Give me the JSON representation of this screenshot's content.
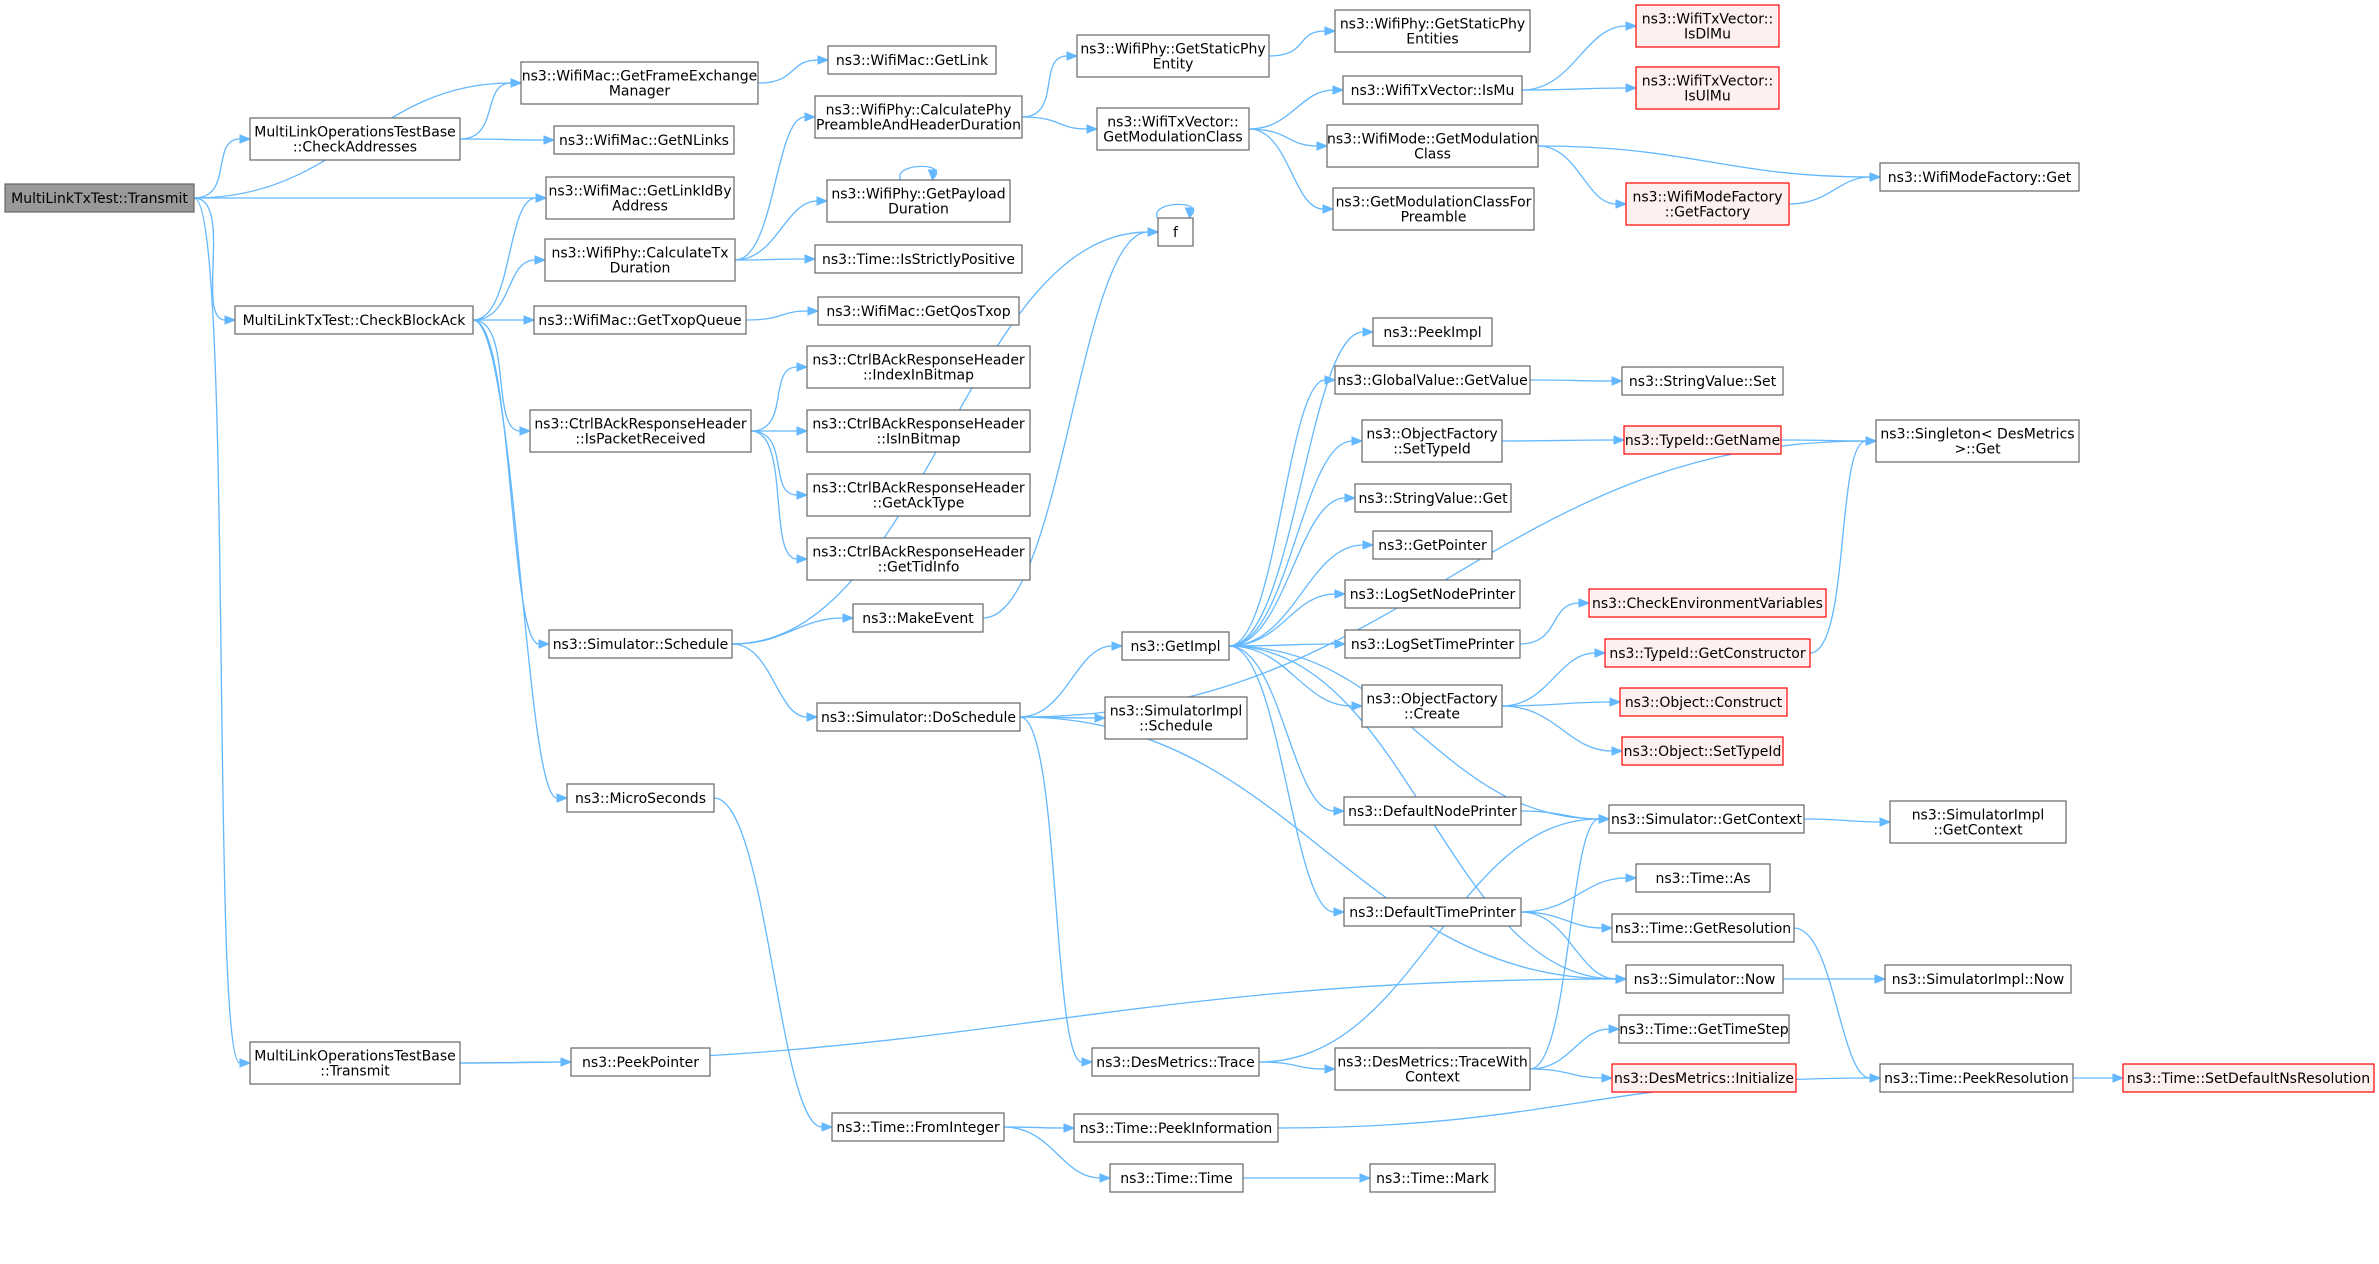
{
  "nodes": [
    {
      "id": "root",
      "lines": [
        "MultiLinkTxTest::Transmit"
      ],
      "style": "root"
    },
    {
      "id": "getFrameEx",
      "lines": [
        "ns3::WifiMac::GetFrameExchange",
        "Manager"
      ]
    },
    {
      "id": "checkAddr",
      "lines": [
        "MultiLinkOperationsTestBase",
        "::CheckAddresses"
      ]
    },
    {
      "id": "getLinkIdBy",
      "lines": [
        "ns3::WifiMac::GetLinkIdBy",
        "Address"
      ]
    },
    {
      "id": "checkBlockAck",
      "lines": [
        "MultiLinkTxTest::CheckBlockAck"
      ]
    },
    {
      "id": "mloTransmit",
      "lines": [
        "MultiLinkOperationsTestBase",
        "::Transmit"
      ]
    },
    {
      "id": "getLink",
      "lines": [
        "ns3::WifiMac::GetLink"
      ]
    },
    {
      "id": "getNLinks",
      "lines": [
        "ns3::WifiMac::GetNLinks"
      ]
    },
    {
      "id": "calcTxDur",
      "lines": [
        "ns3::WifiPhy::CalculateTx",
        "Duration"
      ]
    },
    {
      "id": "getTxopQueue",
      "lines": [
        "ns3::WifiMac::GetTxopQueue"
      ]
    },
    {
      "id": "isPacketRecv",
      "lines": [
        "ns3::CtrlBAckResponseHeader",
        "::IsPacketReceived"
      ]
    },
    {
      "id": "schedule",
      "lines": [
        "ns3::Simulator::Schedule"
      ]
    },
    {
      "id": "microSeconds",
      "lines": [
        "ns3::MicroSeconds"
      ]
    },
    {
      "id": "peekPointer",
      "lines": [
        "ns3::PeekPointer"
      ]
    },
    {
      "id": "calcPhyPre",
      "lines": [
        "ns3::WifiPhy::CalculatePhy",
        "PreambleAndHeaderDuration"
      ]
    },
    {
      "id": "getPayloadDur",
      "lines": [
        "ns3::WifiPhy::GetPayload",
        "Duration"
      ]
    },
    {
      "id": "isStrictlyPos",
      "lines": [
        "ns3::Time::IsStrictlyPositive"
      ]
    },
    {
      "id": "getQosTxop",
      "lines": [
        "ns3::WifiMac::GetQosTxop"
      ]
    },
    {
      "id": "indexInBitmap",
      "lines": [
        "ns3::CtrlBAckResponseHeader",
        "::IndexInBitmap"
      ]
    },
    {
      "id": "isInBitmap",
      "lines": [
        "ns3::CtrlBAckResponseHeader",
        "::IsInBitmap"
      ]
    },
    {
      "id": "getAckType",
      "lines": [
        "ns3::CtrlBAckResponseHeader",
        "::GetAckType"
      ]
    },
    {
      "id": "getTidInfo",
      "lines": [
        "ns3::CtrlBAckResponseHeader",
        "::GetTidInfo"
      ]
    },
    {
      "id": "makeEvent",
      "lines": [
        "ns3::MakeEvent"
      ]
    },
    {
      "id": "doSchedule",
      "lines": [
        "ns3::Simulator::DoSchedule"
      ]
    },
    {
      "id": "fromInteger",
      "lines": [
        "ns3::Time::FromInteger"
      ]
    },
    {
      "id": "getStaticPhyEntity",
      "lines": [
        "ns3::WifiPhy::GetStaticPhy",
        "Entity"
      ]
    },
    {
      "id": "getModClass",
      "lines": [
        "ns3::WifiTxVector::",
        "GetModulationClass"
      ]
    },
    {
      "id": "f",
      "lines": [
        "f"
      ]
    },
    {
      "id": "getImpl",
      "lines": [
        "ns3::GetImpl"
      ]
    },
    {
      "id": "simImplSchedule",
      "lines": [
        "ns3::SimulatorImpl",
        "::Schedule"
      ]
    },
    {
      "id": "desTrace",
      "lines": [
        "ns3::DesMetrics::Trace"
      ]
    },
    {
      "id": "peekInfo",
      "lines": [
        "ns3::Time::PeekInformation"
      ]
    },
    {
      "id": "timeTime",
      "lines": [
        "ns3::Time::Time"
      ]
    },
    {
      "id": "getStaticPhyEntities",
      "lines": [
        "ns3::WifiPhy::GetStaticPhy",
        "Entities"
      ]
    },
    {
      "id": "isMu",
      "lines": [
        "ns3::WifiTxVector::IsMu"
      ]
    },
    {
      "id": "wmGetModClass",
      "lines": [
        "ns3::WifiMode::GetModulation",
        "Class"
      ]
    },
    {
      "id": "getModClassForPre",
      "lines": [
        "ns3::GetModulationClassFor",
        "Preamble"
      ]
    },
    {
      "id": "peekImpl",
      "lines": [
        "ns3::PeekImpl"
      ]
    },
    {
      "id": "gvGetValue",
      "lines": [
        "ns3::GlobalValue::GetValue"
      ]
    },
    {
      "id": "ofSetTypeId",
      "lines": [
        "ns3::ObjectFactory",
        "::SetTypeId"
      ]
    },
    {
      "id": "svGet",
      "lines": [
        "ns3::StringValue::Get"
      ]
    },
    {
      "id": "getPointer",
      "lines": [
        "ns3::GetPointer"
      ]
    },
    {
      "id": "logSetNodePr",
      "lines": [
        "ns3::LogSetNodePrinter"
      ]
    },
    {
      "id": "logSetTimePr",
      "lines": [
        "ns3::LogSetTimePrinter"
      ]
    },
    {
      "id": "ofCreate",
      "lines": [
        "ns3::ObjectFactory",
        "::Create"
      ]
    },
    {
      "id": "defNodePr",
      "lines": [
        "ns3::DefaultNodePrinter"
      ]
    },
    {
      "id": "defTimePr",
      "lines": [
        "ns3::DefaultTimePrinter"
      ]
    },
    {
      "id": "traceWithCtx",
      "lines": [
        "ns3::DesMetrics::TraceWith",
        "Context"
      ]
    },
    {
      "id": "timeMark",
      "lines": [
        "ns3::Time::Mark"
      ]
    },
    {
      "id": "isDlMu",
      "lines": [
        "ns3::WifiTxVector::",
        "IsDlMu"
      ],
      "style": "red"
    },
    {
      "id": "isUlMu",
      "lines": [
        "ns3::WifiTxVector::",
        "IsUlMu"
      ],
      "style": "red"
    },
    {
      "id": "wmfGetFactory",
      "lines": [
        "ns3::WifiModeFactory",
        "::GetFactory"
      ],
      "style": "red"
    },
    {
      "id": "svSet",
      "lines": [
        "ns3::StringValue::Set"
      ]
    },
    {
      "id": "typeGetName",
      "lines": [
        "ns3::TypeId::GetName"
      ],
      "style": "red"
    },
    {
      "id": "checkEnv",
      "lines": [
        "ns3::CheckEnvironmentVariables"
      ],
      "style": "red"
    },
    {
      "id": "typeGetCtor",
      "lines": [
        "ns3::TypeId::GetConstructor"
      ],
      "style": "red"
    },
    {
      "id": "objConstruct",
      "lines": [
        "ns3::Object::Construct"
      ],
      "style": "red"
    },
    {
      "id": "objSetTypeId",
      "lines": [
        "ns3::Object::SetTypeId"
      ],
      "style": "red"
    },
    {
      "id": "simGetCtx",
      "lines": [
        "ns3::Simulator::GetContext"
      ]
    },
    {
      "id": "timeAs",
      "lines": [
        "ns3::Time::As"
      ]
    },
    {
      "id": "timeGetRes",
      "lines": [
        "ns3::Time::GetResolution"
      ]
    },
    {
      "id": "simNow",
      "lines": [
        "ns3::Simulator::Now"
      ]
    },
    {
      "id": "getTimeStep",
      "lines": [
        "ns3::Time::GetTimeStep"
      ]
    },
    {
      "id": "desInit",
      "lines": [
        "ns3::DesMetrics::Initialize"
      ],
      "style": "red"
    },
    {
      "id": "wmfGet",
      "lines": [
        "ns3::WifiModeFactory::Get"
      ]
    },
    {
      "id": "singletonGet",
      "lines": [
        "ns3::Singleton< DesMetrics",
        ">::Get"
      ]
    },
    {
      "id": "simImplGetCtx",
      "lines": [
        "ns3::SimulatorImpl",
        "::GetContext"
      ]
    },
    {
      "id": "simImplNow",
      "lines": [
        "ns3::SimulatorImpl::Now"
      ]
    },
    {
      "id": "peekRes",
      "lines": [
        "ns3::Time::PeekResolution"
      ]
    },
    {
      "id": "setDefRes",
      "lines": [
        "ns3::Time::SetDefaultNsResolution"
      ],
      "style": "red"
    }
  ],
  "edges": [
    [
      "root",
      "getFrameEx"
    ],
    [
      "root",
      "checkAddr"
    ],
    [
      "root",
      "getLinkIdBy"
    ],
    [
      "root",
      "checkBlockAck"
    ],
    [
      "root",
      "mloTransmit"
    ],
    [
      "checkAddr",
      "getFrameEx"
    ],
    [
      "checkAddr",
      "getNLinks"
    ],
    [
      "getFrameEx",
      "getLink"
    ],
    [
      "checkBlockAck",
      "getLinkIdBy"
    ],
    [
      "checkBlockAck",
      "calcTxDur"
    ],
    [
      "checkBlockAck",
      "getTxopQueue"
    ],
    [
      "checkBlockAck",
      "isPacketRecv"
    ],
    [
      "checkBlockAck",
      "schedule"
    ],
    [
      "checkBlockAck",
      "microSeconds"
    ],
    [
      "calcTxDur",
      "calcPhyPre"
    ],
    [
      "calcTxDur",
      "getPayloadDur"
    ],
    [
      "calcTxDur",
      "isStrictlyPos"
    ],
    [
      "getPayloadDur",
      "getPayloadDur"
    ],
    [
      "getTxopQueue",
      "getQosTxop"
    ],
    [
      "isPacketRecv",
      "indexInBitmap"
    ],
    [
      "isPacketRecv",
      "isInBitmap"
    ],
    [
      "isPacketRecv",
      "getAckType"
    ],
    [
      "isPacketRecv",
      "getTidInfo"
    ],
    [
      "schedule",
      "makeEvent"
    ],
    [
      "schedule",
      "doSchedule"
    ],
    [
      "schedule",
      "f"
    ],
    [
      "makeEvent",
      "f"
    ],
    [
      "f",
      "f"
    ],
    [
      "microSeconds",
      "fromInteger"
    ],
    [
      "mloTransmit",
      "peekPointer"
    ],
    [
      "mloTransmit",
      "simNow"
    ],
    [
      "calcPhyPre",
      "getStaticPhyEntity"
    ],
    [
      "calcPhyPre",
      "getModClass"
    ],
    [
      "getStaticPhyEntity",
      "getStaticPhyEntities"
    ],
    [
      "getModClass",
      "isMu"
    ],
    [
      "getModClass",
      "wmGetModClass"
    ],
    [
      "getModClass",
      "getModClassForPre"
    ],
    [
      "isMu",
      "isDlMu"
    ],
    [
      "isMu",
      "isUlMu"
    ],
    [
      "wmGetModClass",
      "wmfGetFactory"
    ],
    [
      "wmGetModClass",
      "wmfGet"
    ],
    [
      "wmfGetFactory",
      "wmfGet"
    ],
    [
      "doSchedule",
      "getImpl"
    ],
    [
      "doSchedule",
      "simImplSchedule"
    ],
    [
      "doSchedule",
      "desTrace"
    ],
    [
      "doSchedule",
      "simNow"
    ],
    [
      "doSchedule",
      "singletonGet"
    ],
    [
      "fromInteger",
      "peekInfo"
    ],
    [
      "fromInteger",
      "timeTime"
    ],
    [
      "timeTime",
      "timeMark"
    ],
    [
      "peekInfo",
      "peekRes"
    ],
    [
      "getImpl",
      "peekImpl"
    ],
    [
      "getImpl",
      "gvGetValue"
    ],
    [
      "getImpl",
      "ofSetTypeId"
    ],
    [
      "getImpl",
      "svGet"
    ],
    [
      "getImpl",
      "getPointer"
    ],
    [
      "getImpl",
      "logSetNodePr"
    ],
    [
      "getImpl",
      "logSetTimePr"
    ],
    [
      "getImpl",
      "ofCreate"
    ],
    [
      "getImpl",
      "defNodePr"
    ],
    [
      "getImpl",
      "defTimePr"
    ],
    [
      "getImpl",
      "simGetCtx"
    ],
    [
      "getImpl",
      "simNow"
    ],
    [
      "gvGetValue",
      "svSet"
    ],
    [
      "ofSetTypeId",
      "typeGetName"
    ],
    [
      "typeGetName",
      "singletonGet"
    ],
    [
      "logSetTimePr",
      "checkEnv"
    ],
    [
      "ofCreate",
      "typeGetCtor"
    ],
    [
      "ofCreate",
      "objConstruct"
    ],
    [
      "ofCreate",
      "objSetTypeId"
    ],
    [
      "typeGetCtor",
      "singletonGet"
    ],
    [
      "defNodePr",
      "simGetCtx"
    ],
    [
      "simGetCtx",
      "simImplGetCtx"
    ],
    [
      "defTimePr",
      "timeAs"
    ],
    [
      "defTimePr",
      "timeGetRes"
    ],
    [
      "defTimePr",
      "simNow"
    ],
    [
      "timeGetRes",
      "peekRes"
    ],
    [
      "peekRes",
      "setDefRes"
    ],
    [
      "simNow",
      "simImplNow"
    ],
    [
      "desTrace",
      "traceWithCtx"
    ],
    [
      "desTrace",
      "simGetCtx"
    ],
    [
      "traceWithCtx",
      "simGetCtx"
    ],
    [
      "traceWithCtx",
      "getTimeStep"
    ],
    [
      "traceWithCtx",
      "desInit"
    ]
  ]
}
